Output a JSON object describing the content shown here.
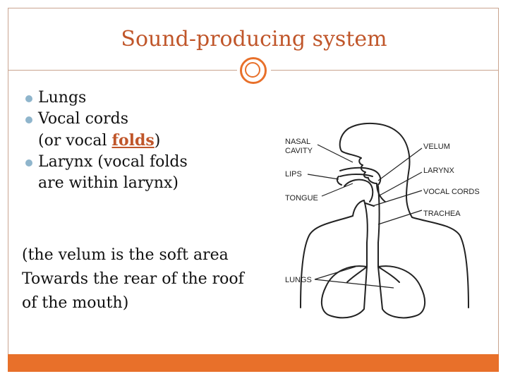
{
  "slide": {
    "title": "Sound-producing system",
    "bullets": [
      {
        "line1": "Lungs"
      },
      {
        "line1": "Vocal cords",
        "line2_pre": "(or vocal ",
        "line2_emph": "folds",
        "line2_post": ")"
      },
      {
        "line1": "Larynx (vocal folds",
        "line2": "are within larynx)"
      }
    ],
    "note_lines": [
      "(the velum is the soft area",
      "Towards the rear of the roof",
      "of the mouth)"
    ]
  },
  "diagram": {
    "labels_left": [
      "NASAL",
      "CAVITY",
      "LIPS",
      "TONGUE",
      "LUNGS"
    ],
    "labels_right": [
      "VELUM",
      "LARYNX",
      "VOCAL CORDS",
      "TRACHEA"
    ]
  },
  "colors": {
    "accent": "#e8702a",
    "title": "#c0562a",
    "bullet": "#8fb5cc",
    "frame": "#c9a48f"
  }
}
